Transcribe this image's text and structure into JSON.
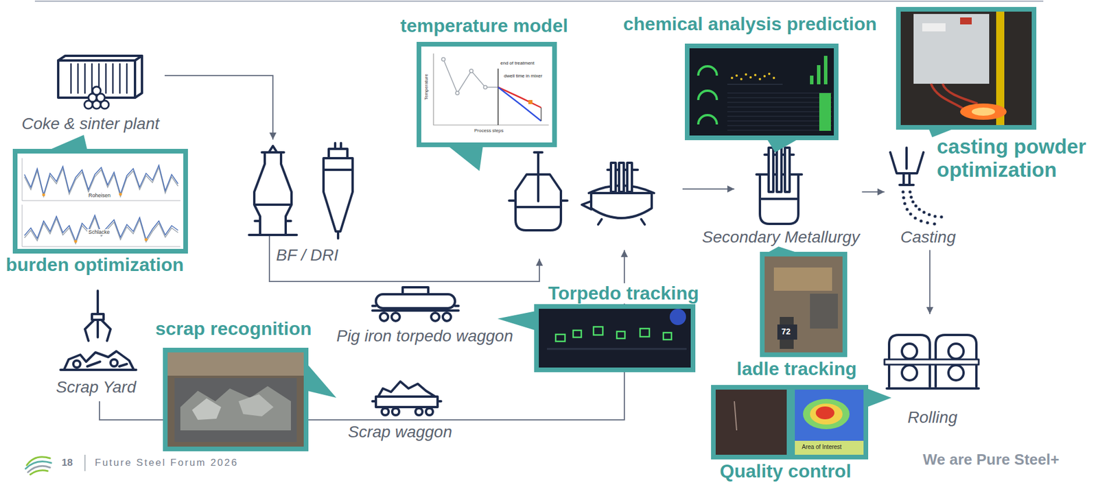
{
  "diagram": {
    "nodes": [
      {
        "text": [
          "Coke & sinter plant"
        ]
      },
      {
        "text": [
          "burden optimization"
        ]
      },
      {
        "text": [
          "BF / DRI"
        ]
      },
      {
        "text": [
          "temperature model"
        ]
      },
      {
        "text": [
          "chemical analysis prediction"
        ]
      },
      {
        "text": [
          "casting powder optimization"
        ]
      },
      {
        "text": [
          "Secondary Metallurgy"
        ]
      },
      {
        "text": [
          "Casting"
        ]
      },
      {
        "text": [
          "Scrap Yard"
        ]
      },
      {
        "text": [
          "scrap recognition"
        ]
      },
      {
        "text": [
          "Pig iron torpedo waggon"
        ]
      },
      {
        "text": [
          "Torpedo tracking"
        ]
      },
      {
        "text": [
          "Scrap waggon"
        ]
      },
      {
        "text": [
          "ladle tracking"
        ]
      },
      {
        "text": [
          "Rolling"
        ]
      },
      {
        "text": [
          "Quality control"
        ]
      }
    ],
    "edges": [
      {
        "from": 0,
        "to": 2,
        "arrow": "to"
      },
      {
        "from": 6,
        "to": 7,
        "arrow": "to"
      },
      {
        "from": 7,
        "to": 14,
        "arrow": "to"
      }
    ],
    "labels": [
      "Roheisen",
      "Schlacke",
      "Temperature",
      "end of treatment",
      "dwell time in mixer",
      "Process steps",
      "72",
      "Area of Interest",
      "18",
      "Future Steel Forum 2026",
      "We are Pure Steel+"
    ]
  }
}
